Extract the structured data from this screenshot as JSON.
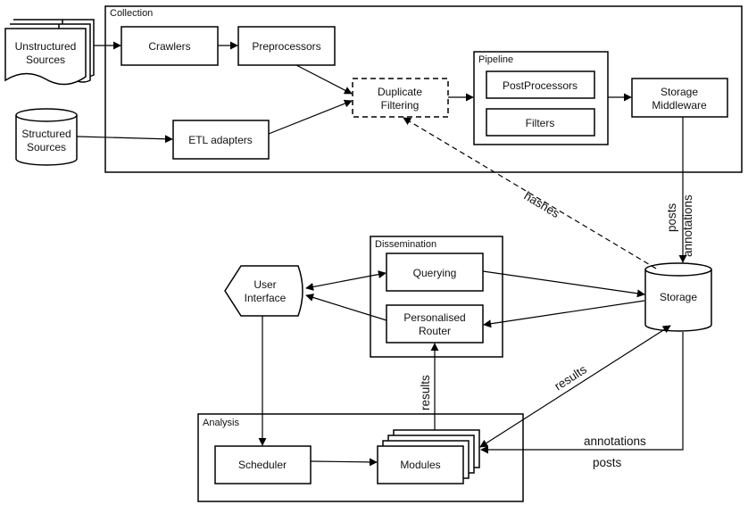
{
  "containers": {
    "collection": "Collection",
    "pipeline": "Pipeline",
    "dissemination": "Dissemination",
    "analysis": "Analysis"
  },
  "nodes": {
    "unstructured_line1": "Unstructured",
    "unstructured_line2": "Sources",
    "structured_line1": "Structured",
    "structured_line2": "Sources",
    "crawlers": "Crawlers",
    "preprocessors": "Preprocessors",
    "etl_adapters": "ETL adapters",
    "duplicate_line1": "Duplicate",
    "duplicate_line2": "Filtering",
    "postprocessors": "PostProcessors",
    "filters": "Filters",
    "storage_mw_line1": "Storage",
    "storage_mw_line2": "Middleware",
    "storage": "Storage",
    "ui_line1": "User",
    "ui_line2": "Interface",
    "querying": "Querying",
    "router_line1": "Personalised",
    "router_line2": "Router",
    "scheduler": "Scheduler",
    "modules": "Modules"
  },
  "edge_labels": {
    "hashes": "hashes",
    "posts_vertical": "posts",
    "annotations_vertical": "annotations",
    "results_vertical": "results",
    "results_diagonal": "results",
    "annotations_bottom": "annotations",
    "posts_bottom": "posts"
  }
}
